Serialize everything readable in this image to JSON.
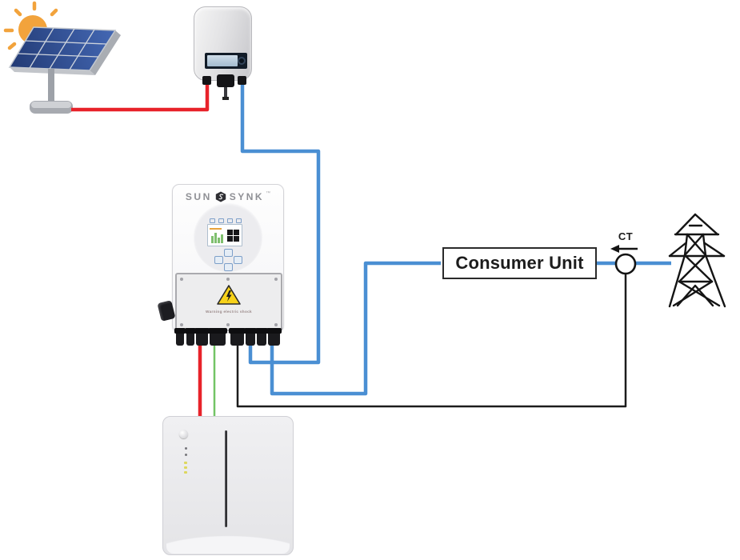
{
  "labels": {
    "consumer_unit": "Consumer Unit",
    "ct": "CT",
    "warning": "Warning electric shock",
    "logo_sun": "SUN",
    "logo_synk": "SYNK",
    "logo_mark": "™"
  },
  "icons": {
    "sun": "sun-icon",
    "solar_panel": "solar-panel-icon",
    "string_inverter": "string-inverter-icon",
    "hybrid_inverter": "hybrid-inverter-icon",
    "battery": "battery-icon",
    "consumer_unit": "consumer-unit-box",
    "ct_clamp": "ct-clamp-icon",
    "grid_pylon": "grid-pylon-icon",
    "warning": "warning-triangle-icon"
  },
  "colors": {
    "wire_red": "#e8222a",
    "wire_blue": "#4a8fd3",
    "wire_green": "#72c465",
    "wire_black": "#1c1c1c",
    "sun_orange": "#f2a33c",
    "panel_blue": "#2d4a8f",
    "warning_yellow": "#f7d21a"
  },
  "connections": [
    {
      "from": "solar-panel",
      "to": "string-inverter",
      "wire": "red"
    },
    {
      "from": "string-inverter",
      "to": "hybrid-inverter",
      "wire": "blue"
    },
    {
      "from": "hybrid-inverter",
      "to": "consumer-unit",
      "wire": "blue"
    },
    {
      "from": "consumer-unit",
      "to": "grid-pylon",
      "wire": "blue"
    },
    {
      "from": "ct-clamp",
      "to": "hybrid-inverter",
      "wire": "black"
    },
    {
      "from": "hybrid-inverter",
      "to": "battery",
      "wire": "red"
    },
    {
      "from": "hybrid-inverter",
      "to": "battery",
      "wire": "green"
    }
  ]
}
